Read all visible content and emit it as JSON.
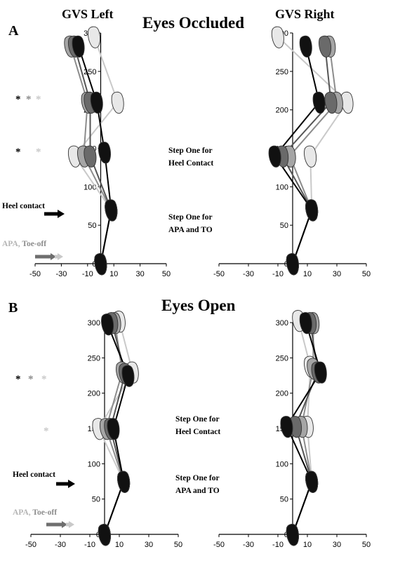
{
  "colors": {
    "black": "#000000",
    "dark": "#555555",
    "mid": "#8c8c8c",
    "light": "#c9c9c9",
    "foot_fill_light": "#e8e8e8"
  },
  "header": {
    "gvs_left": "GVS Left",
    "gvs_right": "GVS Right",
    "occluded_title": "Eyes Occluded",
    "open_title": "Eyes Open",
    "panel_a": "A",
    "panel_b": "B"
  },
  "annotations": {
    "step1_heel_line1": "Step One for",
    "step1_heel_line2": "Heel Contact",
    "step1_apa_line1": "Step One for",
    "step1_apa_line2": "APA and TO",
    "heel_contact": "Heel contact",
    "apa": "APA",
    "comma_sep": ", ",
    "toe_off": "Toe-off",
    "star": "*"
  },
  "chart_data": [
    {
      "type": "scatter",
      "panel": "A",
      "title": "GVS Left",
      "condition": "Eyes Occluded",
      "xlim": [
        -50,
        50
      ],
      "ylim": [
        0,
        300
      ],
      "xticks": [
        "-50",
        "-30",
        "-10",
        "10",
        "30",
        "50"
      ],
      "yticks": [
        "0",
        "50",
        "100",
        "150",
        "200",
        "250",
        "300"
      ],
      "series": [
        {
          "color": "black",
          "points": [
            [
              0,
              0
            ],
            [
              8,
              70
            ],
            [
              3,
              145
            ],
            [
              -3,
              210
            ],
            [
              -17,
              283
            ]
          ]
        },
        {
          "color": "dark",
          "points": [
            [
              0,
              0
            ],
            [
              8,
              70
            ],
            [
              -8,
              140
            ],
            [
              -8,
              210
            ],
            [
              -20,
              283
            ]
          ]
        },
        {
          "color": "mid",
          "points": [
            [
              0,
              0
            ],
            [
              8,
              70
            ],
            [
              -13,
              140
            ],
            [
              -10,
              210
            ],
            [
              -23,
              283
            ]
          ]
        },
        {
          "color": "light",
          "points": [
            [
              0,
              0
            ],
            [
              8,
              70
            ],
            [
              -20,
              140
            ],
            [
              13,
              210
            ],
            [
              -5,
              295
            ]
          ]
        }
      ]
    },
    {
      "type": "scatter",
      "panel": "A",
      "title": "GVS Right",
      "condition": "Eyes Occluded",
      "xlim": [
        -50,
        50
      ],
      "ylim": [
        0,
        300
      ],
      "xticks": [
        "-50",
        "-30",
        "-10",
        "10",
        "30",
        "50"
      ],
      "yticks": [
        "0",
        "50",
        "100",
        "150",
        "200",
        "250",
        "300"
      ],
      "series": [
        {
          "color": "black",
          "points": [
            [
              0,
              0
            ],
            [
              13,
              70
            ],
            [
              -12,
              140
            ],
            [
              18,
              210
            ],
            [
              9,
              283
            ]
          ]
        },
        {
          "color": "dark",
          "points": [
            [
              0,
              0
            ],
            [
              13,
              70
            ],
            [
              -7,
              140
            ],
            [
              26,
              210
            ],
            [
              22,
              283
            ]
          ]
        },
        {
          "color": "mid",
          "points": [
            [
              0,
              0
            ],
            [
              13,
              70
            ],
            [
              -2,
              140
            ],
            [
              30,
              210
            ],
            [
              25,
              283
            ]
          ]
        },
        {
          "color": "light",
          "points": [
            [
              0,
              0
            ],
            [
              13,
              70
            ],
            [
              12,
              140
            ],
            [
              37,
              210
            ],
            [
              -10,
              295
            ]
          ]
        }
      ]
    },
    {
      "type": "scatter",
      "panel": "B",
      "title": "",
      "condition": "Eyes Open",
      "xlim": [
        -50,
        50
      ],
      "ylim": [
        0,
        300
      ],
      "xticks": [
        "-50",
        "-30",
        "-10",
        "10",
        "30",
        "50"
      ],
      "yticks": [
        "0",
        "50",
        "100",
        "150",
        "200",
        "250",
        "300"
      ],
      "series": [
        {
          "color": "black",
          "points": [
            [
              0,
              0
            ],
            [
              13,
              75
            ],
            [
              6,
              150
            ],
            [
              16,
              225
            ],
            [
              2,
              298
            ]
          ]
        },
        {
          "color": "dark",
          "points": [
            [
              0,
              0
            ],
            [
              13,
              75
            ],
            [
              4,
              150
            ],
            [
              14,
              228
            ],
            [
              5,
              300
            ]
          ]
        },
        {
          "color": "mid",
          "points": [
            [
              0,
              0
            ],
            [
              13,
              75
            ],
            [
              1,
              150
            ],
            [
              12,
              230
            ],
            [
              7,
              300
            ]
          ]
        },
        {
          "color": "light",
          "points": [
            [
              0,
              0
            ],
            [
              13,
              75
            ],
            [
              -4,
              150
            ],
            [
              19,
              230
            ],
            [
              10,
              302
            ]
          ]
        }
      ]
    },
    {
      "type": "scatter",
      "panel": "B",
      "title": "",
      "condition": "Eyes Open",
      "xlim": [
        -50,
        50
      ],
      "ylim": [
        0,
        300
      ],
      "xticks": [
        "-50",
        "-30",
        "-10",
        "10",
        "30",
        "50"
      ],
      "yticks": [
        "0",
        "50",
        "100",
        "150",
        "200",
        "250",
        "300"
      ],
      "series": [
        {
          "color": "black",
          "points": [
            [
              0,
              0
            ],
            [
              13,
              75
            ],
            [
              -4,
              153
            ],
            [
              19,
              230
            ],
            [
              9,
              300
            ]
          ]
        },
        {
          "color": "dark",
          "points": [
            [
              0,
              0
            ],
            [
              13,
              75
            ],
            [
              2,
              153
            ],
            [
              17,
              230
            ],
            [
              12,
              300
            ]
          ]
        },
        {
          "color": "mid",
          "points": [
            [
              0,
              0
            ],
            [
              13,
              75
            ],
            [
              6,
              153
            ],
            [
              14,
              235
            ],
            [
              14,
              300
            ]
          ]
        },
        {
          "color": "light",
          "points": [
            [
              0,
              0
            ],
            [
              13,
              75
            ],
            [
              10,
              153
            ],
            [
              12,
              238
            ],
            [
              4,
              303
            ]
          ]
        }
      ]
    }
  ]
}
